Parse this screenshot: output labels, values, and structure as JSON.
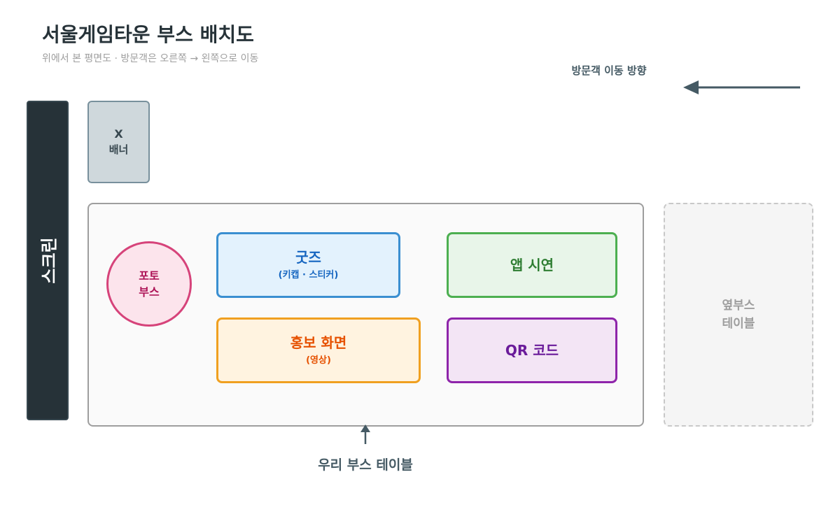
{
  "header": {
    "title": "서울게임타운 부스 배치도",
    "subtitle": "위에서 본 평면도 · 방문객은 오른쪽 → 왼쪽으로 이동"
  },
  "direction": {
    "label": "방문객 이동 방향"
  },
  "screen": {
    "label": "스크린"
  },
  "x_banner": {
    "line1": "X",
    "line2": "배너"
  },
  "booth_table": {
    "label": "우리 부스 테이블",
    "photo_booth": {
      "line1": "포토",
      "line2": "부스"
    },
    "goods": {
      "label": "굿즈",
      "sub": "(키캡 · 스티커)"
    },
    "app_demo": {
      "label": "앱 시연"
    },
    "promo_screen": {
      "label": "홍보 화면",
      "sub": "(영상)"
    },
    "qr_code": {
      "label": "QR 코드"
    }
  },
  "neighbor_table": {
    "line1": "옆부스",
    "line2": "테이블"
  },
  "colors": {
    "screen": "#263238",
    "goods": "#3a8fd1",
    "app_demo": "#4caf50",
    "promo_screen": "#f0a020",
    "qr_code": "#8e24aa",
    "photo_booth": "#d6437a"
  }
}
